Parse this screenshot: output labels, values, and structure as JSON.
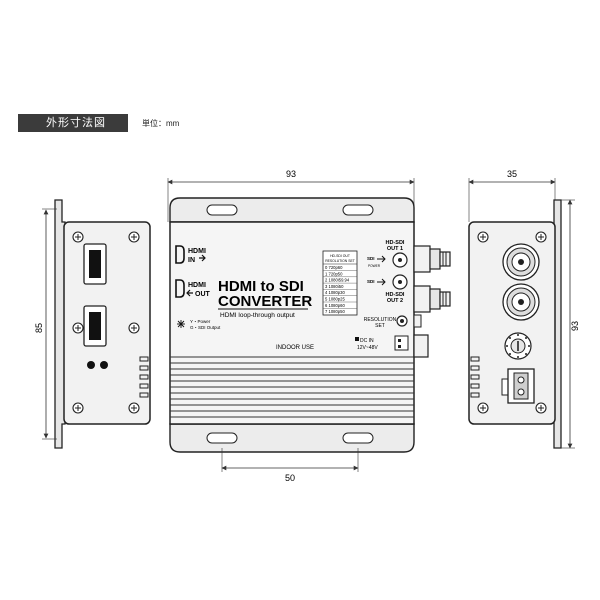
{
  "header": {
    "section_title": "外形寸法図",
    "unit_label": "単位：mm"
  },
  "dimensions": {
    "front_width": "93",
    "front_bottom_spacing": "50",
    "left_height": "85",
    "right_depth": "35",
    "right_height": "93"
  },
  "device": {
    "title_line1": "HDMI to SDI",
    "title_line2": "CONVERTER",
    "subtitle": "HDMI loop-through output",
    "hdmi_in_label": "HDMI",
    "hdmi_in_sub": "IN",
    "hdmi_out_label": "HDMI",
    "hdmi_out_sub": "OUT",
    "led_power": "Y・Power",
    "led_sdi": "G・SDI Output",
    "indoor_use": "INDOOR USE",
    "sdi_out1_a": "HD-SDI",
    "sdi_out1_b": "OUT 1",
    "sdi_out2_a": "HD-SDI",
    "sdi_out2_b": "OUT 2",
    "sdi_power_tag": "SDI",
    "sdi_power_sub": "POWER",
    "sdi_tag": "SDI",
    "resolution_set_a": "RESOLUTION",
    "resolution_set_b": "SET",
    "dc_in_a": "DC IN",
    "dc_in_b": "12V~48V",
    "res_table_header1": "HD-SDI OUT",
    "res_table_header2": "RESOLUTION SET",
    "res_table_rows": [
      "0 720p60",
      "1 720p50",
      "2 1080i59.94",
      "3 1080i50",
      "4 1080p30",
      "5 1080p25",
      "6 1080p60",
      "7 1080p50"
    ]
  }
}
